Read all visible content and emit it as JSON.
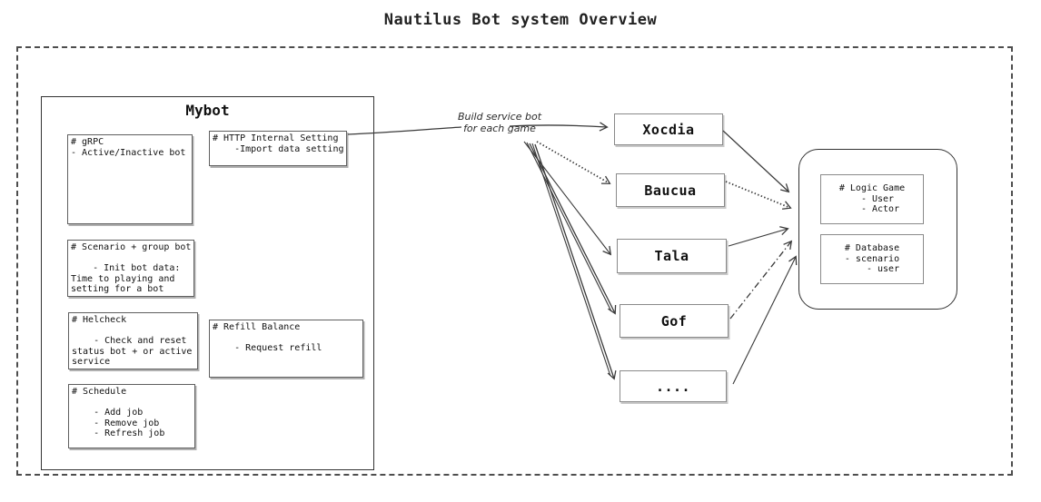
{
  "title": "Nautilus Bot system Overview",
  "mybot": {
    "title": "Mybot",
    "grpc": "# gRPC\n- Active/Inactive bot",
    "http_internal": "# HTTP Internal Setting\n    -Import data setting",
    "scenario": "# Scenario + group bot\n\n    - Init bot data:\nTime to playing and\nsetting for a bot",
    "helcheck": "# Helcheck\n\n    - Check and reset\nstatus bot + or active\nservice",
    "refill": "# Refill Balance\n\n    - Request refill",
    "schedule": "# Schedule\n\n    - Add job\n    - Remove job\n    - Refresh job"
  },
  "edge_label": "Build service bot\nfor each game",
  "games": [
    "Xocdia",
    "Baucua",
    "Tala",
    "Gof",
    "...."
  ],
  "core": {
    "logic_game": "# Logic Game\n    - User\n    - Actor",
    "database": "# Database\n- scenario\n    - user"
  },
  "colors": {
    "line": "#3a3a3a",
    "outer_border": "#4d4d4d",
    "box_border": "#5f5f5f",
    "game_border": "#8a8a8a",
    "text": "#1a1a1a",
    "background": "#ffffff"
  }
}
